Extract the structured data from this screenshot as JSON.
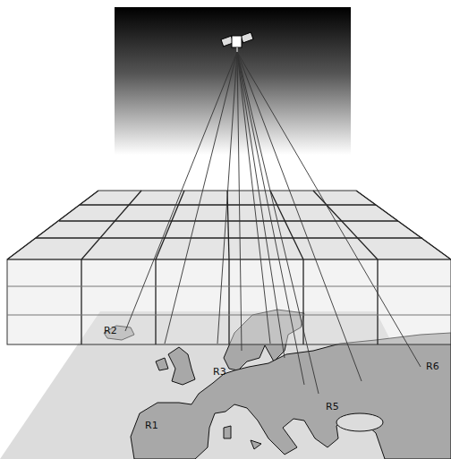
{
  "diagram": {
    "labels": [
      "R2",
      "R6",
      "R3",
      "R5",
      "R1"
    ]
  }
}
